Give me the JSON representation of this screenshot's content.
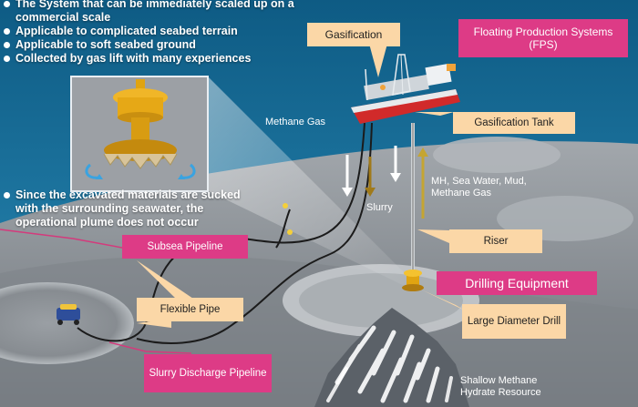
{
  "bullets_top": [
    "The System that can be immediately scaled up on a commercial scale",
    "Applicable to complicated seabed terrain",
    "Applicable to soft seabed ground",
    "Collected by gas lift with many experiences"
  ],
  "bullet_plume": "Since the excavated materials are sucked with the surrounding seawater, the operational plume does not occur",
  "labels": {
    "gasification": "Gasification",
    "fps": "Floating Production Systems (FPS)",
    "gasification_tank": "Gasification Tank",
    "riser": "Riser",
    "drilling_equipment": "Drilling Equipment",
    "large_diameter_drill": "Large Diameter Drill",
    "subsea_pipeline": "Subsea Pipeline",
    "flexible_pipe": "Flexible Pipe",
    "slurry_discharge_pipeline": "Slurry Discharge Pipeline",
    "methane_gas": "Methane Gas",
    "slurry": "Slurry",
    "mh_mix": "MH, Sea Water, Mud, Methane Gas",
    "shallow_methane": "Shallow Methane Hydrate Resource"
  },
  "colors": {
    "sea_dark": "#0f5e86",
    "sea_light": "#2a8cb8",
    "seabed": "#8e9398",
    "label_peach": "#fbd7a7",
    "label_pink": "#dd3b86",
    "pipe": "#1b1b1b"
  }
}
